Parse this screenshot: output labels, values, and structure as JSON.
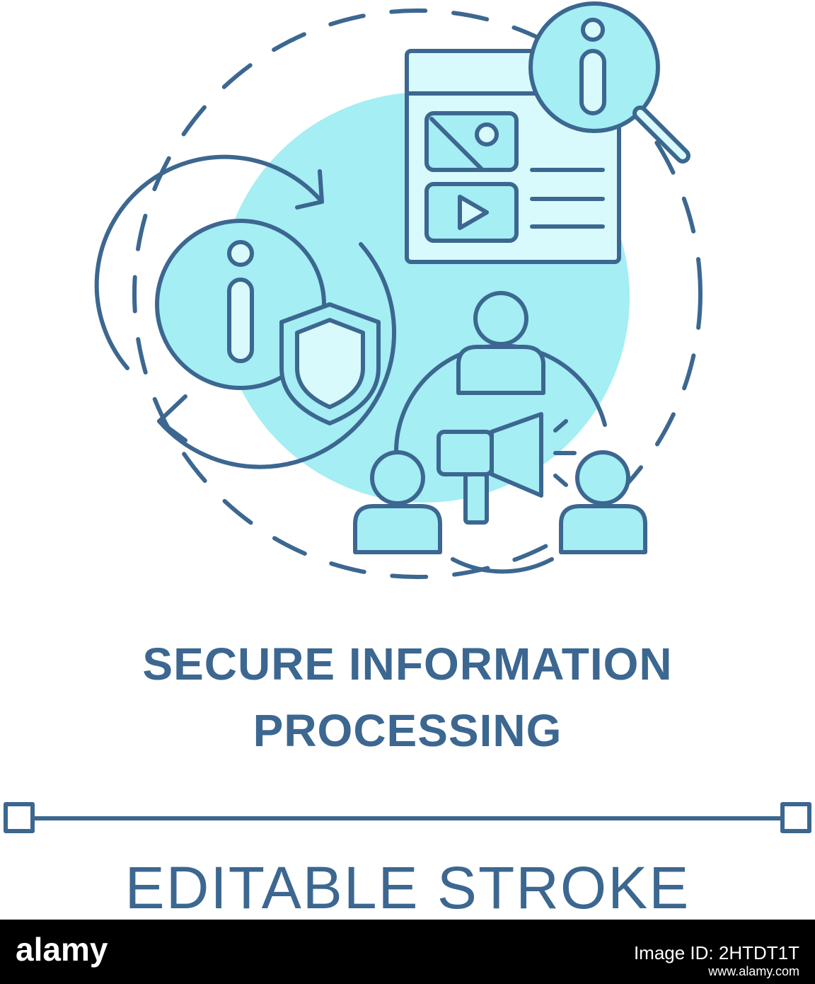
{
  "title": {
    "line1": "SECURE INFORMATION",
    "line2": "PROCESSING"
  },
  "stroke_label": "EDITABLE STROKE",
  "footer": {
    "logo": "alamy",
    "image_id": "Image ID: 2HTDT1T",
    "url": "www.alamy.com"
  },
  "colors": {
    "stroke": "#3c6790",
    "fill": "#a4eef4",
    "light_fill": "#d8fafc",
    "background": "#ffffff",
    "footer_bg": "#000000"
  },
  "icons": [
    "info-shield-icon",
    "refresh-arrows-icon",
    "web-page-icon",
    "magnifier-info-icon",
    "image-placeholder-icon",
    "video-play-icon",
    "people-group-icon",
    "megaphone-icon"
  ]
}
